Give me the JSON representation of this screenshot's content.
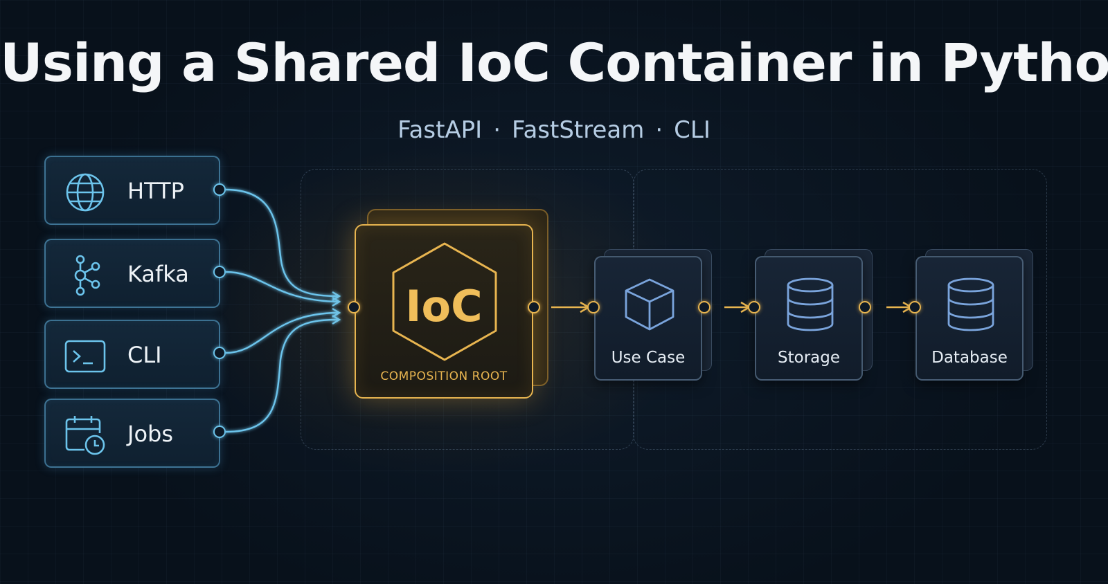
{
  "title": "Using a Shared IoC Container in Python",
  "subtitle": {
    "parts": [
      "FastAPI",
      "FastStream",
      "CLI"
    ],
    "separator": "·"
  },
  "sources": [
    {
      "label": "HTTP",
      "icon": "globe-icon"
    },
    {
      "label": "Kafka",
      "icon": "kafka-icon"
    },
    {
      "label": "CLI",
      "icon": "terminal-icon"
    },
    {
      "label": "Jobs",
      "icon": "calendar-clock-icon"
    }
  ],
  "container": {
    "label": "IoC",
    "caption": "COMPOSITION ROOT",
    "icon": "hexagon-icon"
  },
  "pipeline": [
    {
      "label": "Use Case",
      "icon": "cube-icon"
    },
    {
      "label": "Storage",
      "icon": "database-icon"
    },
    {
      "label": "Database",
      "icon": "database-icon"
    }
  ],
  "colors": {
    "accent_gold": "#e8b550",
    "accent_blue": "#6cc4ec",
    "background": "#0a1420"
  }
}
